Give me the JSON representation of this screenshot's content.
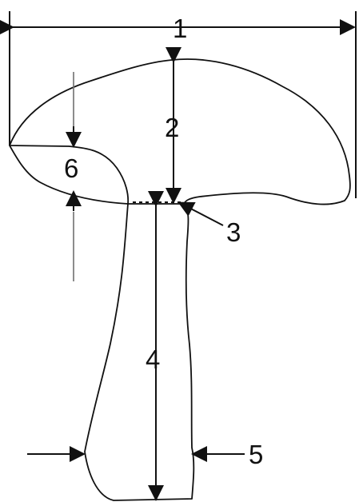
{
  "diagram": {
    "labels": {
      "cap_width": "1",
      "cap_height": "2",
      "stem_cap_junction": "3",
      "stem_length": "4",
      "stem_width": "5",
      "cap_thickness": "6"
    },
    "colors": {
      "ink": "#111111",
      "guide_gray": "#6f6f6f",
      "background": "#ffffff"
    }
  }
}
